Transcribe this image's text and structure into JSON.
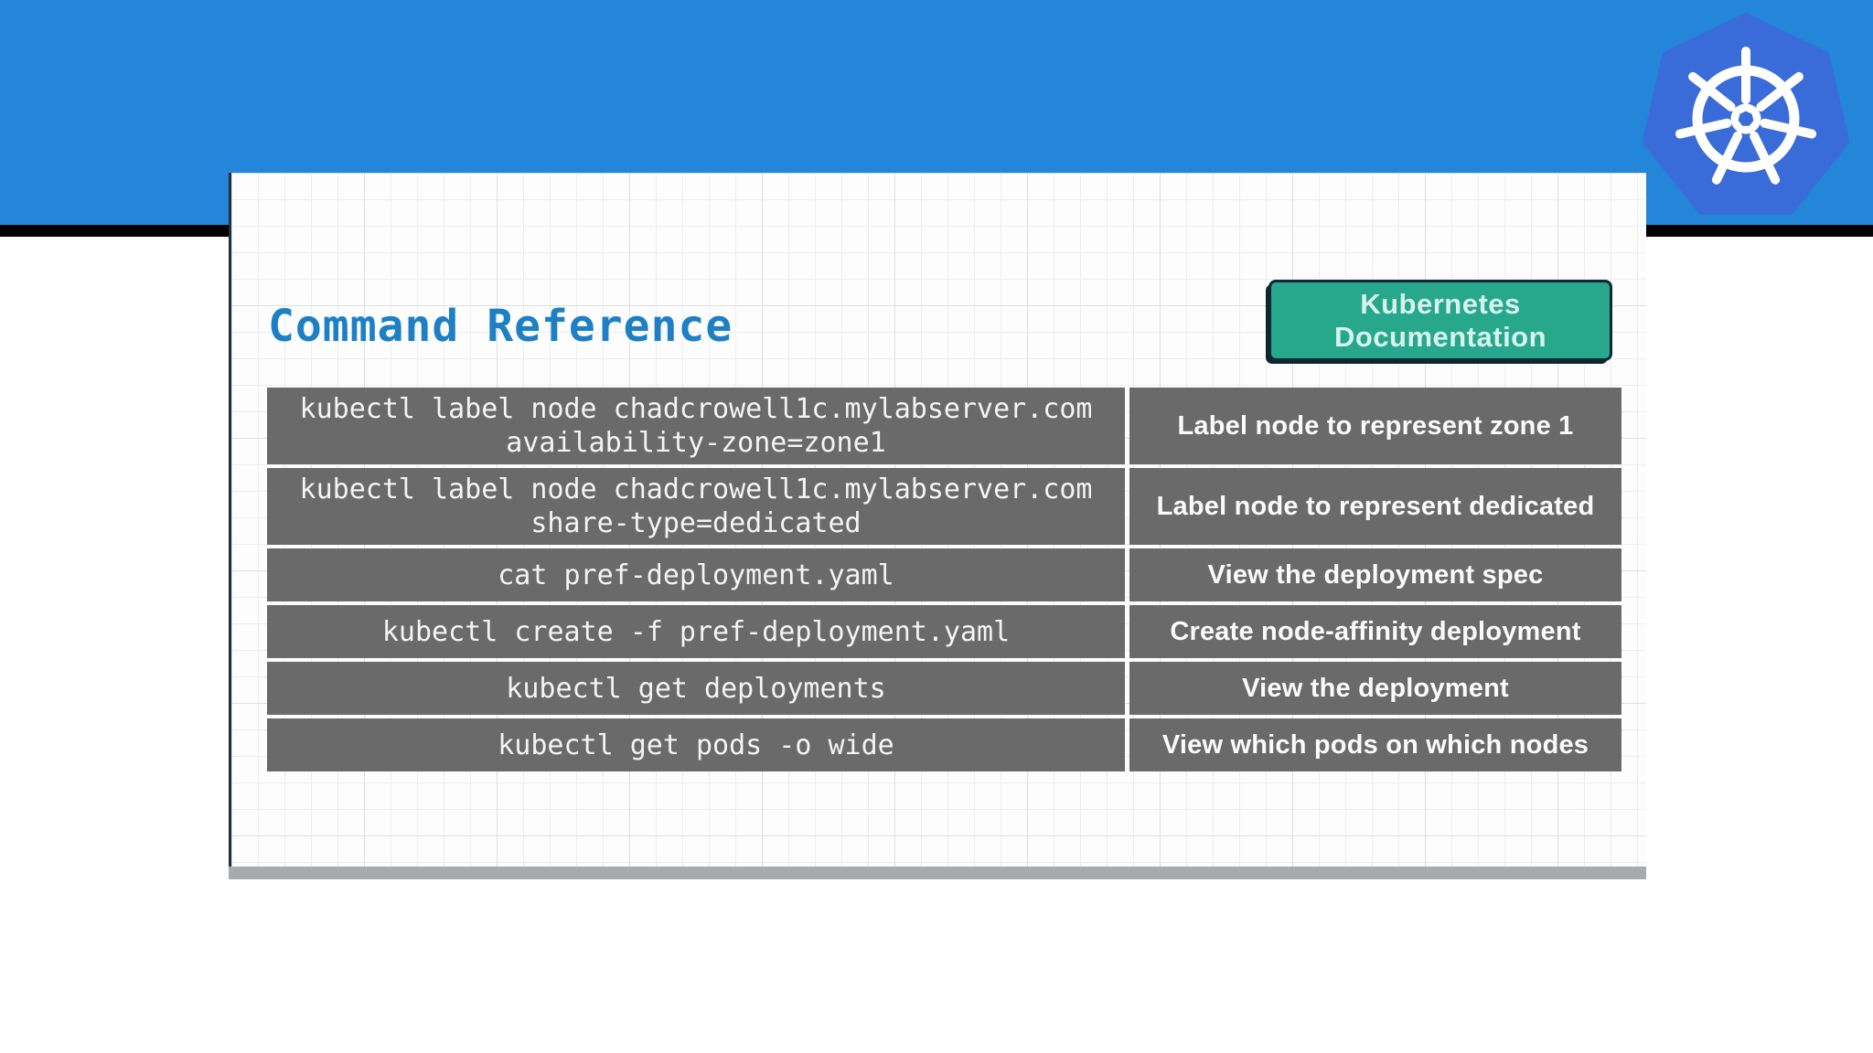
{
  "slide": {
    "title": "Command Reference",
    "docs_button": {
      "label": "Kubernetes Documentation"
    },
    "table": {
      "rows": [
        {
          "command": "kubectl label node chadcrowell1c.mylabserver.com availability-zone=zone1",
          "description": "Label node to represent zone 1"
        },
        {
          "command": "kubectl label node chadcrowell1c.mylabserver.com share-type=dedicated",
          "description": "Label node to represent dedicated"
        },
        {
          "command": "cat pref-deployment.yaml",
          "description": "View the deployment spec"
        },
        {
          "command": "kubectl create -f pref-deployment.yaml",
          "description": "Create node-affinity deployment"
        },
        {
          "command": "kubectl get deployments",
          "description": "View the deployment"
        },
        {
          "command": "kubectl get pods -o wide",
          "description": "View which pods on which nodes"
        }
      ]
    }
  },
  "icons": {
    "kubernetes_logo": "kubernetes-ship-wheel-in-heptagon"
  },
  "colors": {
    "band_blue": "#2486d9",
    "divider_black": "#000000",
    "logo_blue": "#3a6cd9",
    "logo_wheel": "#ffffff",
    "title_blue": "#1e80c4",
    "button_green": "#27a78c",
    "button_border": "#0f2831",
    "button_text": "#d7f3ed",
    "cell_gray": "#6a6a6a",
    "cell_text": "#ffffff"
  }
}
